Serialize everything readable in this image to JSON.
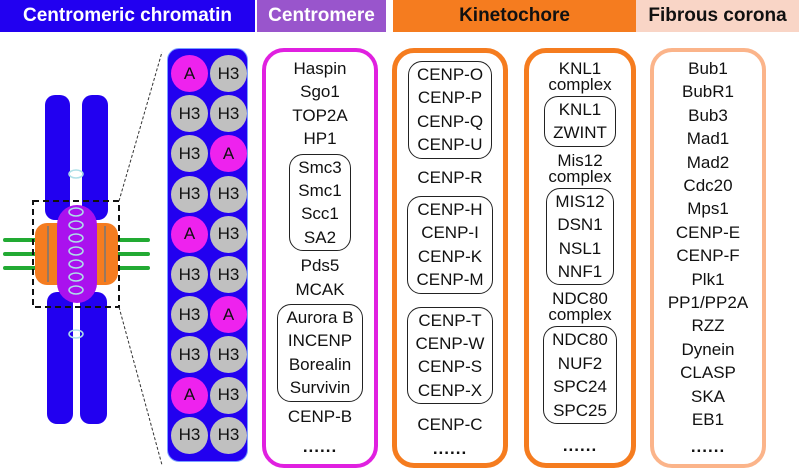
{
  "headers": {
    "chromatin": "Centromeric chromatin",
    "centromere": "Centromere",
    "kinetochore": "Kinetochore",
    "corona": "Fibrous corona"
  },
  "colors": {
    "chromatin": "#2200f0",
    "centromere": "#9955cc",
    "kinetochore": "#f57c1f",
    "corona": "#f9d5c6",
    "cenpa": "#ee22ee",
    "h3": "#c0c0c0"
  },
  "nucleosomes": [
    [
      "A",
      "H3"
    ],
    [
      "H3",
      "H3"
    ],
    [
      "H3",
      "A"
    ],
    [
      "H3",
      "H3"
    ],
    [
      "A",
      "H3"
    ],
    [
      "H3",
      "H3"
    ],
    [
      "H3",
      "A"
    ],
    [
      "H3",
      "H3"
    ],
    [
      "A",
      "H3"
    ],
    [
      "H3",
      "H3"
    ]
  ],
  "centromere": {
    "top": [
      "Haspin",
      "Sgo1",
      "TOP2A",
      "HP1"
    ],
    "cohesin": [
      "Smc3",
      "Smc1",
      "Scc1",
      "SA2"
    ],
    "middle": [
      "Pds5",
      "MCAK"
    ],
    "cpc": [
      "Aurora B",
      "INCENP",
      "Borealin",
      "Survivin"
    ],
    "bottom": [
      "CENP-B"
    ],
    "more": "......"
  },
  "kinetochore_ccan": {
    "g1": [
      "CENP-O",
      "CENP-P",
      "CENP-Q",
      "CENP-U"
    ],
    "single1": "CENP-R",
    "g2": [
      "CENP-H",
      "CENP-I",
      "CENP-K",
      "CENP-M"
    ],
    "g3": [
      "CENP-T",
      "CENP-W",
      "CENP-S",
      "CENP-X"
    ],
    "single2": "CENP-C",
    "more": "......"
  },
  "kinetochore_kmn": {
    "knl1_label": [
      "KNL1",
      "complex"
    ],
    "knl1": [
      "KNL1",
      "ZWINT"
    ],
    "mis12_label": [
      "Mis12",
      "complex"
    ],
    "mis12": [
      "MIS12",
      "DSN1",
      "NSL1",
      "NNF1"
    ],
    "ndc80_label": [
      "NDC80",
      "complex"
    ],
    "ndc80": [
      "NDC80",
      "NUF2",
      "SPC24",
      "SPC25"
    ],
    "more": "......"
  },
  "corona": {
    "items": [
      "Bub1",
      "BubR1",
      "Bub3",
      "Mad1",
      "Mad2",
      "Cdc20",
      "Mps1",
      "CENP-E",
      "CENP-F",
      "Plk1",
      "PP1/PP2A",
      "RZZ",
      "Dynein",
      "CLASP",
      "SKA",
      "EB1"
    ],
    "more": "......"
  }
}
